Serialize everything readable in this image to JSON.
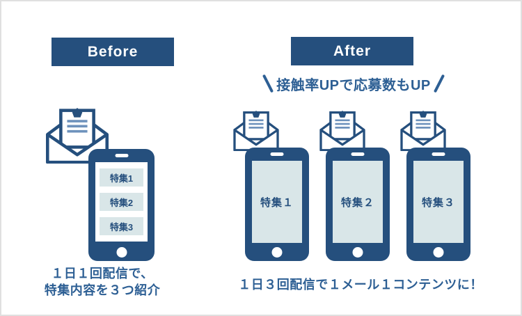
{
  "colors": {
    "brand": "#254f7d",
    "caption_text": "#2d5f94",
    "screen_tint": "#d9e6e8",
    "canvas_border": "#e0e0e0"
  },
  "before": {
    "banner_label": "Before",
    "phone_screen_items": [
      "特集1",
      "特集2",
      "特集3"
    ],
    "caption_lines": [
      "１日１回配信で、",
      "特集内容を３つ紹介"
    ]
  },
  "after": {
    "banner_label": "After",
    "tagline": "接触率UPで応募数もUP",
    "phone_labels": [
      "特集１",
      "特集２",
      "特集３"
    ],
    "caption": "１日３回配信で１メール１コンテンツに！"
  },
  "icons": {
    "envelope": "open-envelope-with-letter-icon"
  }
}
